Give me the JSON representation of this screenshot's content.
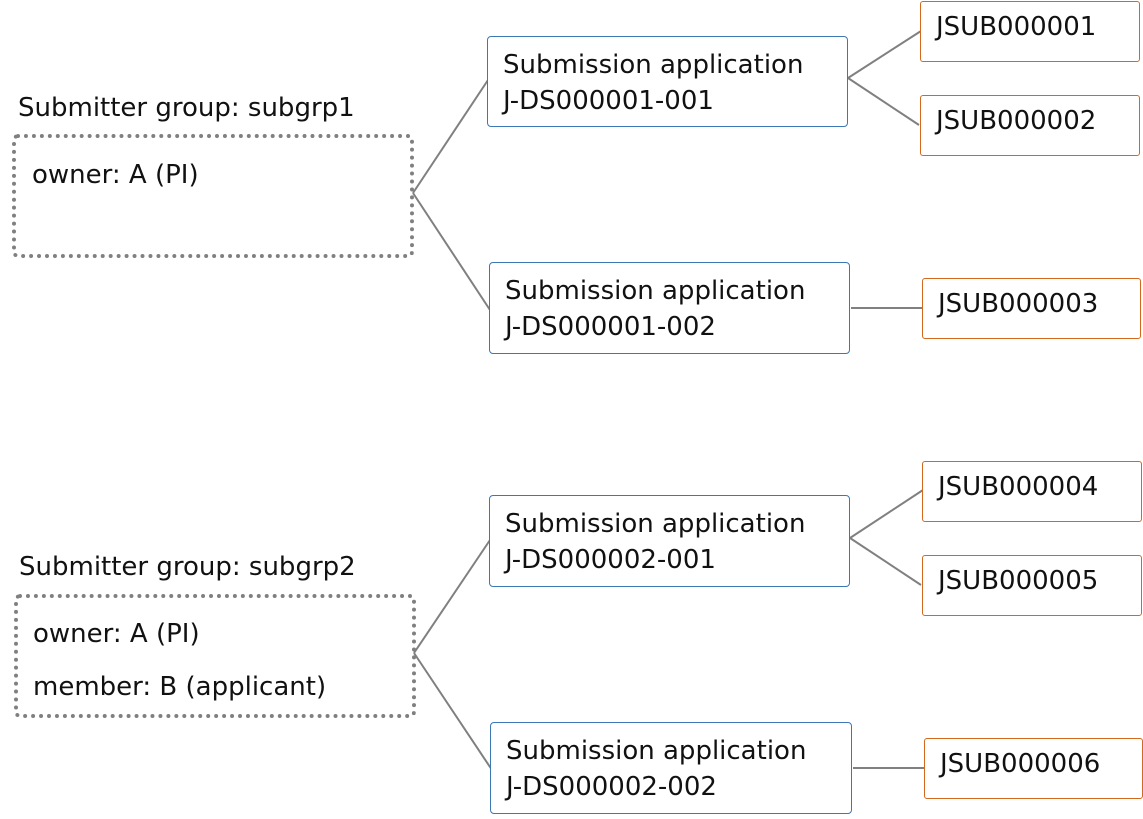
{
  "groups": [
    {
      "title": "Submitter group: subgrp1",
      "members": [
        "owner: A (PI)"
      ],
      "applications": [
        {
          "label": "Submission application",
          "id": "J-DS000001-001",
          "submissions": [
            "JSUB000001",
            "JSUB000002"
          ]
        },
        {
          "label": "Submission application",
          "id": "J-DS000001-002",
          "submissions": [
            "JSUB000003"
          ]
        }
      ]
    },
    {
      "title": "Submitter group: subgrp2",
      "members": [
        "owner: A (PI)",
        "member: B (applicant)"
      ],
      "applications": [
        {
          "label": "Submission application",
          "id": "J-DS000002-001",
          "submissions": [
            "JSUB000004",
            "JSUB000005"
          ]
        },
        {
          "label": "Submission application",
          "id": "J-DS000002-002",
          "submissions": [
            "JSUB000006"
          ]
        }
      ]
    }
  ],
  "colors": {
    "group_border": "#808080",
    "application_border": "#3c78b4",
    "submission_border": "#d2691e",
    "connector": "#808080"
  }
}
